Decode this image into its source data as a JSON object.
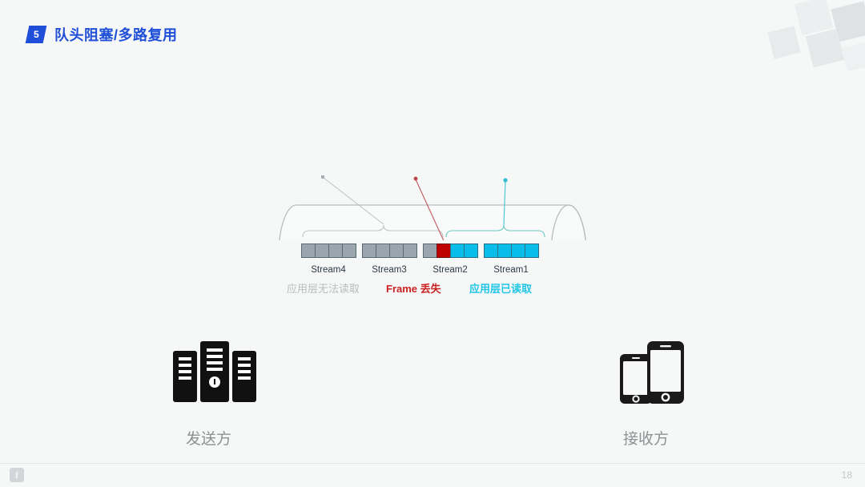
{
  "slide": {
    "number_badge": "5",
    "title": "队头阻塞/多路复用",
    "accent_color": "#1f4fd8",
    "background_color": "#f6f7f7"
  },
  "annotations": [
    {
      "id": "blocked",
      "text": "应用层无法读取",
      "color": "#b9bcbf"
    },
    {
      "id": "lost",
      "text": "Frame 丢失",
      "color": "#cc2222"
    },
    {
      "id": "read",
      "text": "应用层已读取",
      "color": "#22c6e6"
    }
  ],
  "endpoints": {
    "sender": {
      "label": "发送方",
      "icon": "servers-icon"
    },
    "receiver": {
      "label": "接收方",
      "icon": "phones-icon"
    }
  },
  "pipe": {
    "direction_arrow": "right",
    "streams": [
      {
        "name": "Stream4",
        "blocks": [
          "gray",
          "gray",
          "gray",
          "gray"
        ]
      },
      {
        "name": "Stream3",
        "blocks": [
          "gray",
          "gray",
          "gray",
          "gray"
        ]
      },
      {
        "name": "Stream2",
        "blocks": [
          "gray",
          "red",
          "cyan",
          "cyan"
        ]
      },
      {
        "name": "Stream1",
        "blocks": [
          "cyan",
          "cyan",
          "cyan",
          "cyan"
        ]
      }
    ],
    "block_colors": {
      "gray": "#9aa5ad",
      "cyan": "#09bdea",
      "red": "#bf0000"
    }
  },
  "footer": {
    "logo": "brand-logo-icon",
    "logo_glyph": "f",
    "page_number": "18"
  }
}
